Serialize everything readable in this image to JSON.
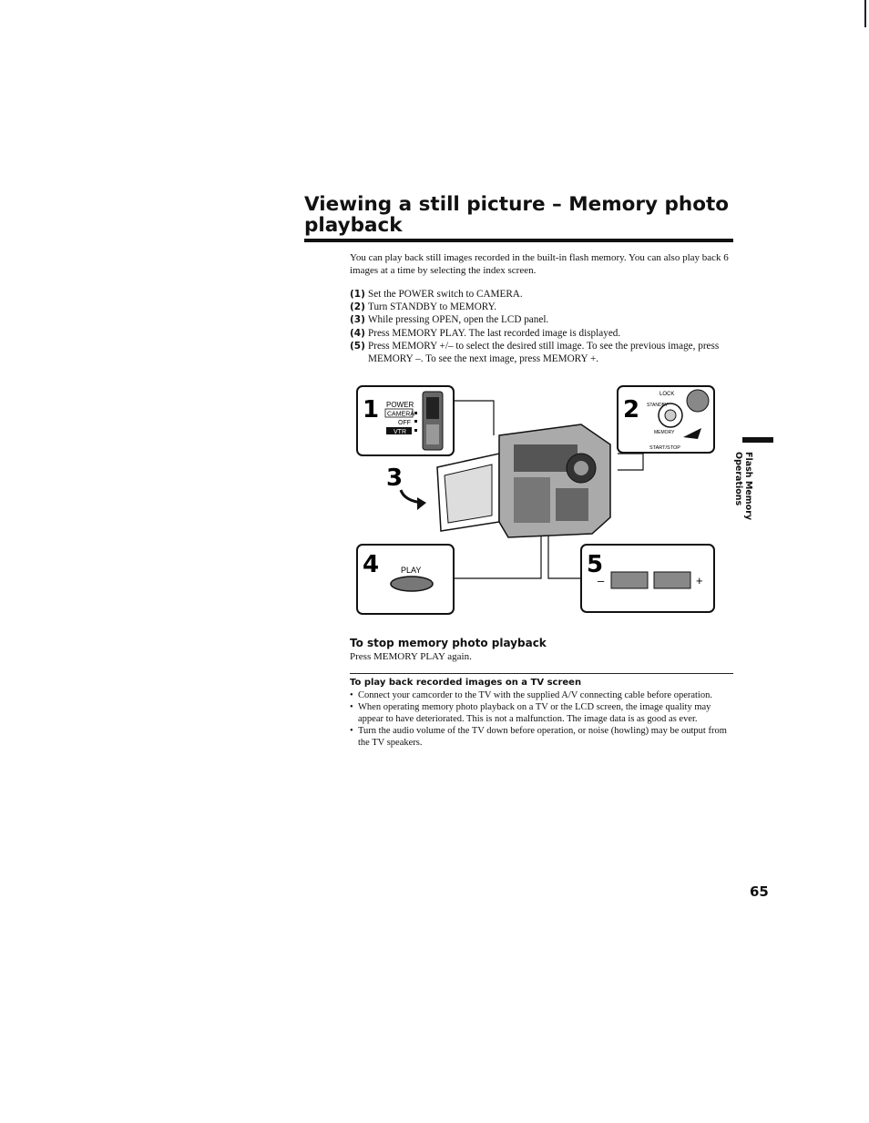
{
  "title": "Viewing a still picture – Memory photo playback",
  "intro": "You can play back still images recorded in the built-in flash memory. You can also play back 6 images at a time by selecting the index screen.",
  "steps": [
    {
      "num": "(1)",
      "text": "Set the POWER switch to CAMERA."
    },
    {
      "num": "(2)",
      "text": "Turn STANDBY to MEMORY."
    },
    {
      "num": "(3)",
      "text": "While pressing OPEN, open the LCD panel."
    },
    {
      "num": "(4)",
      "text": "Press MEMORY PLAY. The last recorded image is displayed."
    },
    {
      "num": "(5)",
      "text": "Press MEMORY +/– to select the desired still image. To see the previous image, press MEMORY –. To see the next image, press MEMORY +."
    }
  ],
  "figure": {
    "panel1": {
      "num": "1",
      "power": "POWER",
      "camera": "CAMERA",
      "off": "OFF",
      "vtr": "VTR"
    },
    "panel2": {
      "num": "2",
      "lock": "LOCK",
      "standby": "STANDBY",
      "memory": "MEMORY",
      "start_stop": "START/STOP"
    },
    "panel3": {
      "num": "3"
    },
    "panel4": {
      "num": "4",
      "play": "PLAY"
    },
    "panel5": {
      "num": "5",
      "minus": "–",
      "plus": "+"
    }
  },
  "stop": {
    "heading": "To stop memory photo playback",
    "text": "Press MEMORY PLAY again."
  },
  "tv": {
    "heading": "To play back recorded images on a TV screen",
    "bullets": [
      "Connect your camcorder to the TV with the supplied A/V connecting cable before operation.",
      "When operating memory photo playback on a TV or the LCD screen, the image quality may appear to have deteriorated. This is not a malfunction. The image data is as good as ever.",
      "Turn the audio volume of the TV down before operation, or noise (howling) may be output from the TV speakers."
    ]
  },
  "side_label": "Flash Memory Operations",
  "page_number": "65"
}
